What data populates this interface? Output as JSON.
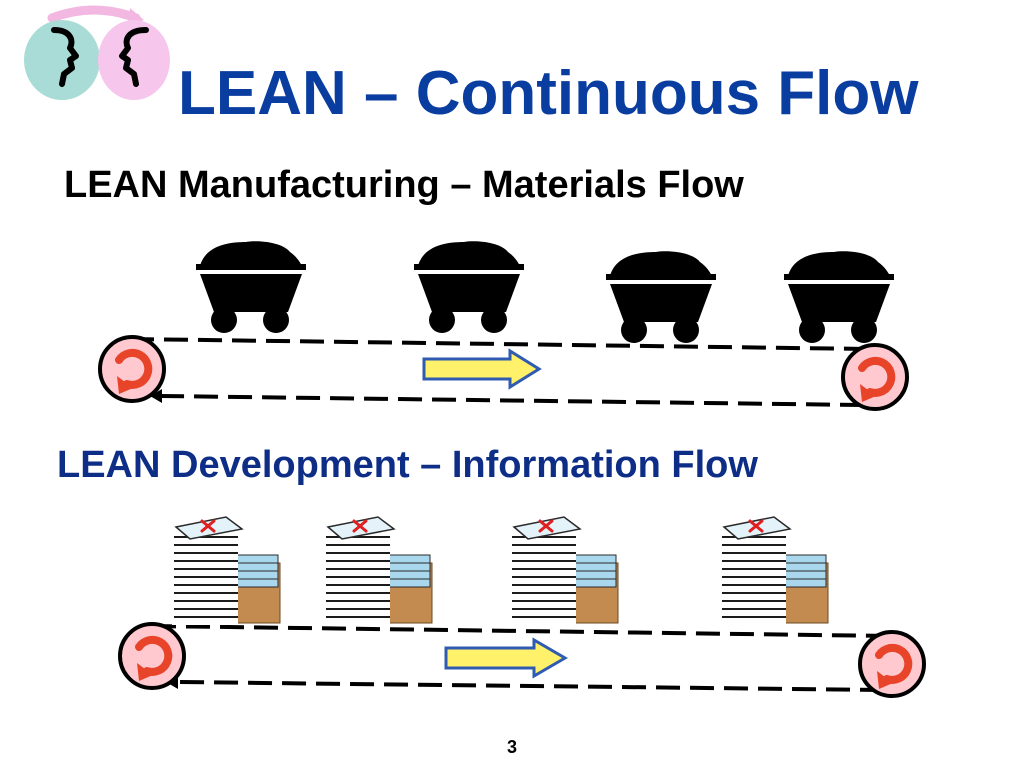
{
  "slide": {
    "title": "LEAN – Continuous Flow",
    "page_number": "3"
  },
  "sections": [
    {
      "heading": "LEAN Manufacturing – Materials Flow",
      "heading_color": "#000000",
      "item_type": "ore-cart",
      "item_count": 4
    },
    {
      "heading": "LEAN Development – Information Flow",
      "heading_color": "#0d2d86",
      "item_type": "document-stack",
      "item_count": 4
    }
  ],
  "colors": {
    "title": "#0a3da0",
    "arrow_fill": "#fff26a",
    "arrow_stroke": "#2f5bb0",
    "roller_fill": "#ffc9cf",
    "roller_arrow": "#e8442a",
    "doc_mark": "#e02020"
  },
  "icons": [
    "two-faces-logo-icon",
    "ore-cart-icon",
    "document-stack-icon",
    "forward-arrow-icon",
    "rotation-roller-icon"
  ]
}
